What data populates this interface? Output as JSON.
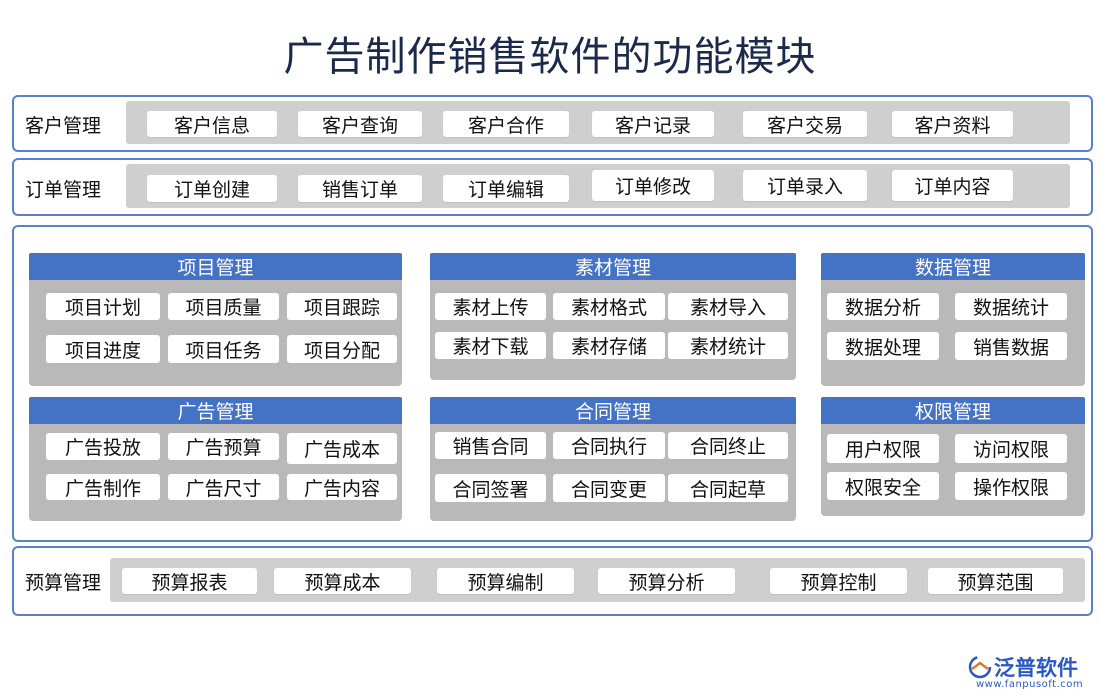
{
  "title": "广告制作销售软件的功能模块",
  "colors": {
    "accent": "#4472c4",
    "frame": "#5b7fd0",
    "band": "#cfcfcf",
    "module_bg": "#b9b9b9"
  },
  "customer": {
    "label": "客户管理",
    "items": [
      "客户信息",
      "客户查询",
      "客户合作",
      "客户记录",
      "客户交易",
      "客户资料"
    ]
  },
  "order": {
    "label": "订单管理",
    "items": [
      "订单创建",
      "销售订单",
      "订单编辑",
      "订单修改",
      "订单录入",
      "订单内容"
    ]
  },
  "modules": {
    "project": {
      "title": "项目管理",
      "items": [
        "项目计划",
        "项目质量",
        "项目跟踪",
        "项目进度",
        "项目任务",
        "项目分配"
      ]
    },
    "material": {
      "title": "素材管理",
      "items": [
        "素材上传",
        "素材格式",
        "素材导入",
        "素材下载",
        "素材存储",
        "素材统计"
      ]
    },
    "data": {
      "title": "数据管理",
      "items": [
        "数据分析",
        "数据统计",
        "数据处理",
        "销售数据"
      ]
    },
    "ad": {
      "title": "广告管理",
      "items": [
        "广告投放",
        "广告预算",
        "广告成本",
        "广告制作",
        "广告尺寸",
        "广告内容"
      ]
    },
    "contract": {
      "title": "合同管理",
      "items": [
        "销售合同",
        "合同执行",
        "合同终止",
        "合同签署",
        "合同变更",
        "合同起草"
      ]
    },
    "permission": {
      "title": "权限管理",
      "items": [
        "用户权限",
        "访问权限",
        "权限安全",
        "操作权限"
      ]
    }
  },
  "budget": {
    "label": "预算管理",
    "items": [
      "预算报表",
      "预算成本",
      "预算编制",
      "预算分析",
      "预算控制",
      "预算范围"
    ]
  },
  "logo": {
    "name": "泛普软件",
    "url": "www.fanpusoft.com",
    "icon": "fanpu-logo-icon"
  }
}
